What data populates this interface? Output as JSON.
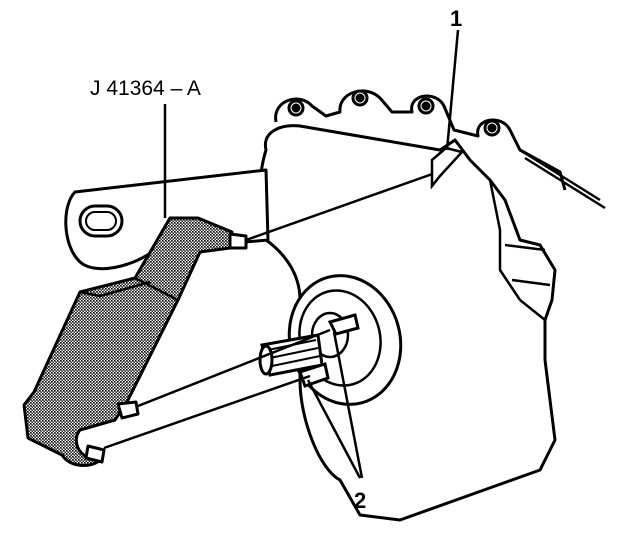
{
  "labels": {
    "tool": "J 41364 – A",
    "callout_1": "1",
    "callout_2": "2"
  },
  "colors": {
    "line": "#000000",
    "paper": "#ffffff",
    "tool_fill": "#8c8c8c"
  }
}
